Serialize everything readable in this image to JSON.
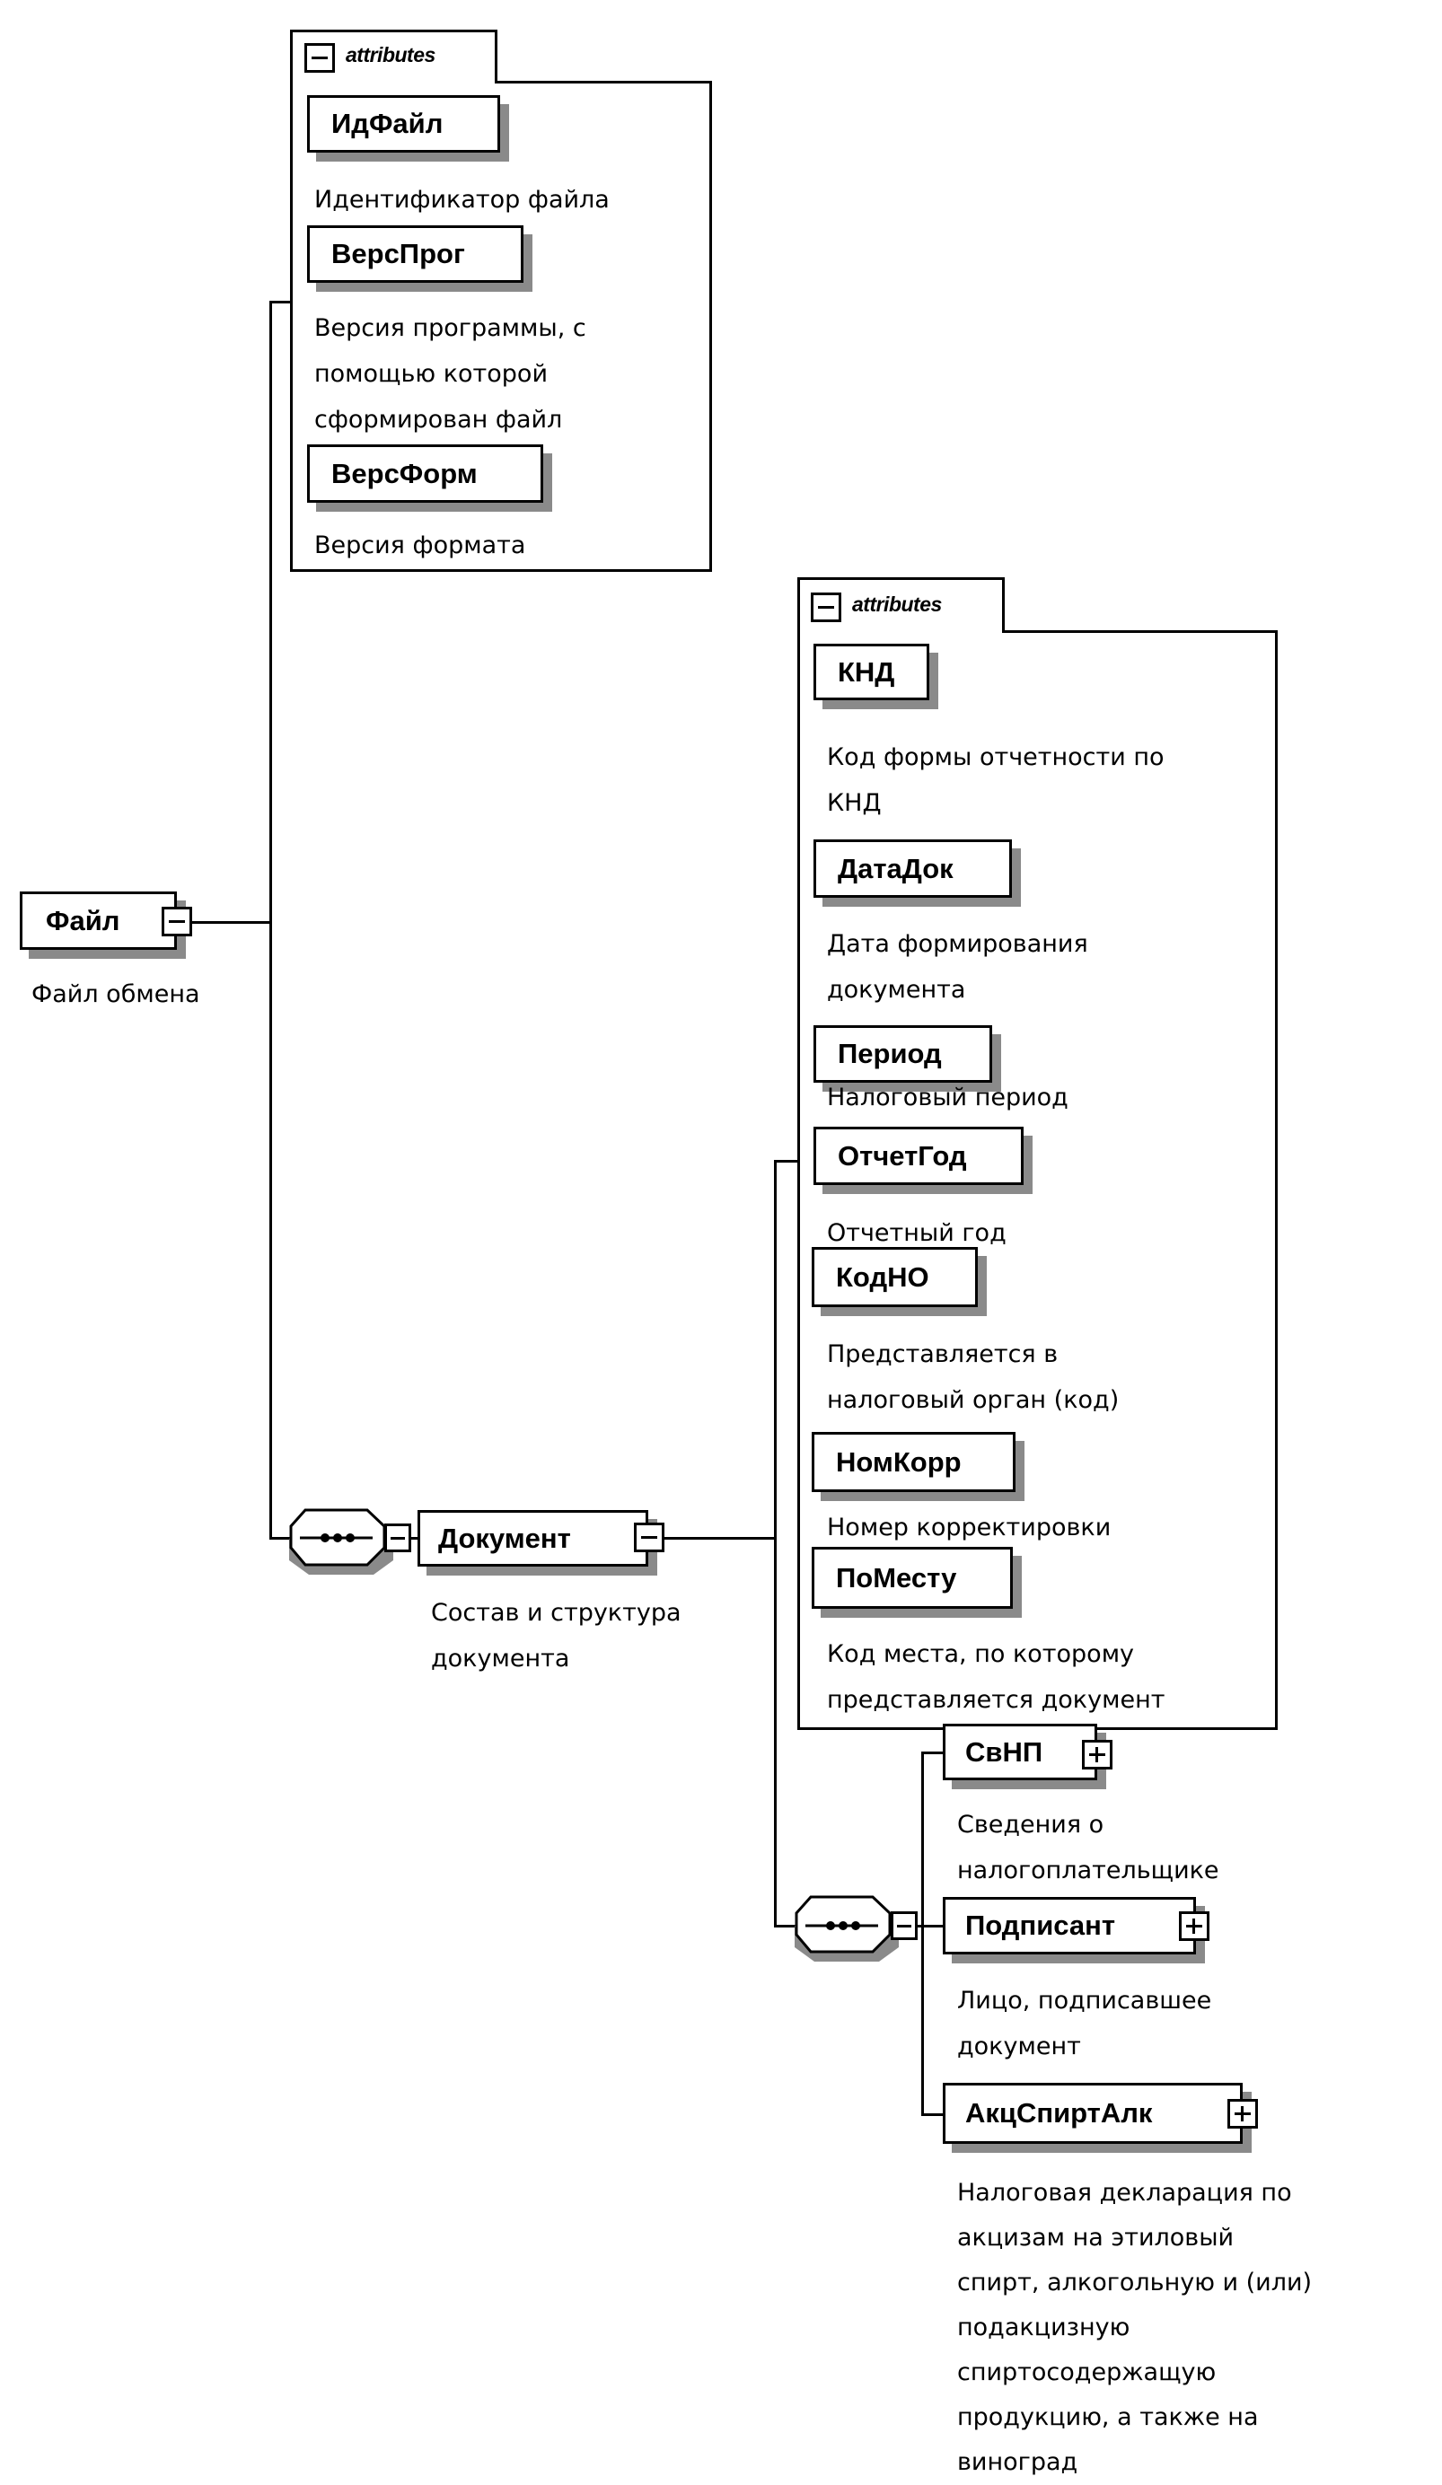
{
  "root": {
    "name": "Файл",
    "description": "Файл обмена",
    "toggle": "collapse"
  },
  "root_attributes": {
    "header_label": "attributes",
    "items": [
      {
        "name": "ИдФайл",
        "description": "Идентификатор файла"
      },
      {
        "name": "ВерсПрог",
        "description": "Версия программы, с\nпомощью которой\nсформирован файл"
      },
      {
        "name": "ВерсФорм",
        "description": "Версия формата"
      }
    ]
  },
  "sequence_icons": {
    "compositor": "sequence-compositor-icon"
  },
  "document": {
    "name": "Документ",
    "description": "Состав и структура\nдокумента",
    "toggle": "collapse"
  },
  "document_attributes": {
    "header_label": "attributes",
    "items": [
      {
        "name": "КНД",
        "description": "Код формы отчетности по\nКНД"
      },
      {
        "name": "ДатаДок",
        "description": "Дата формирования\nдокумента"
      },
      {
        "name": "Период",
        "description": "Налоговый период"
      },
      {
        "name": "ОтчетГод",
        "description": "Отчетный год"
      },
      {
        "name": "КодНО",
        "description": "Представляется в\nналоговый орган (код)"
      },
      {
        "name": "НомКорр",
        "description": "Номер корректировки"
      },
      {
        "name": "ПоМесту",
        "description": "Код места, по которому\nпредставляется документ"
      }
    ]
  },
  "document_children": [
    {
      "name": "СвНП",
      "description": "Сведения о\nналогоплательщике",
      "toggle": "expand"
    },
    {
      "name": "Подписант",
      "description": "Лицо, подписавшее\nдокумент",
      "toggle": "expand"
    },
    {
      "name": "АкцСпиртАлк",
      "description": "Налоговая декларация по\nакцизам на этиловый\nспирт, алкогольную и (или)\nподакцизную\nспиртосодержащую\nпродукцию, а также на\nвиноград",
      "toggle": "expand"
    }
  ]
}
